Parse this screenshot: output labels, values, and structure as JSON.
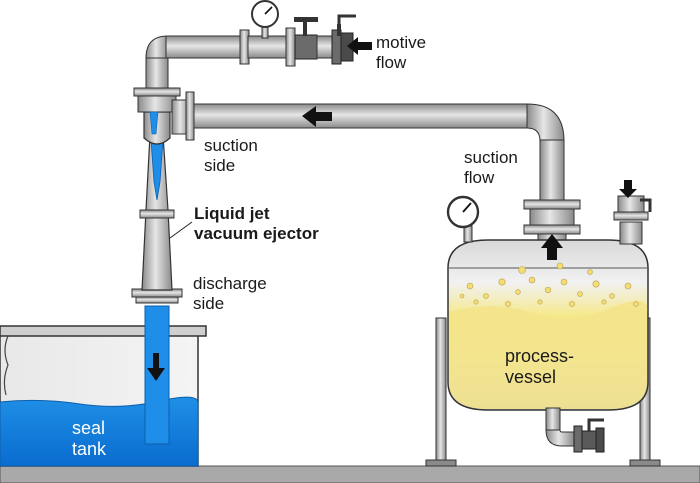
{
  "labels": {
    "motive_flow": [
      "motive",
      "flow"
    ],
    "suction_side": [
      "suction",
      "side"
    ],
    "suction_flow": [
      "suction",
      "flow"
    ],
    "ejector": [
      "Liquid jet",
      "vacuum ejector"
    ],
    "discharge_side": [
      "discharge",
      "side"
    ],
    "process_vessel": [
      "process-",
      "vessel"
    ],
    "seal_tank": [
      "seal",
      "tank"
    ]
  },
  "colors": {
    "pipe": "#b4b4b4",
    "water": "#1e8ee8",
    "liquid": "#e8d66a",
    "outline": "#333333"
  },
  "icons": [
    "pressure-gauge-icon",
    "valve-icon",
    "flow-arrow-icon"
  ]
}
